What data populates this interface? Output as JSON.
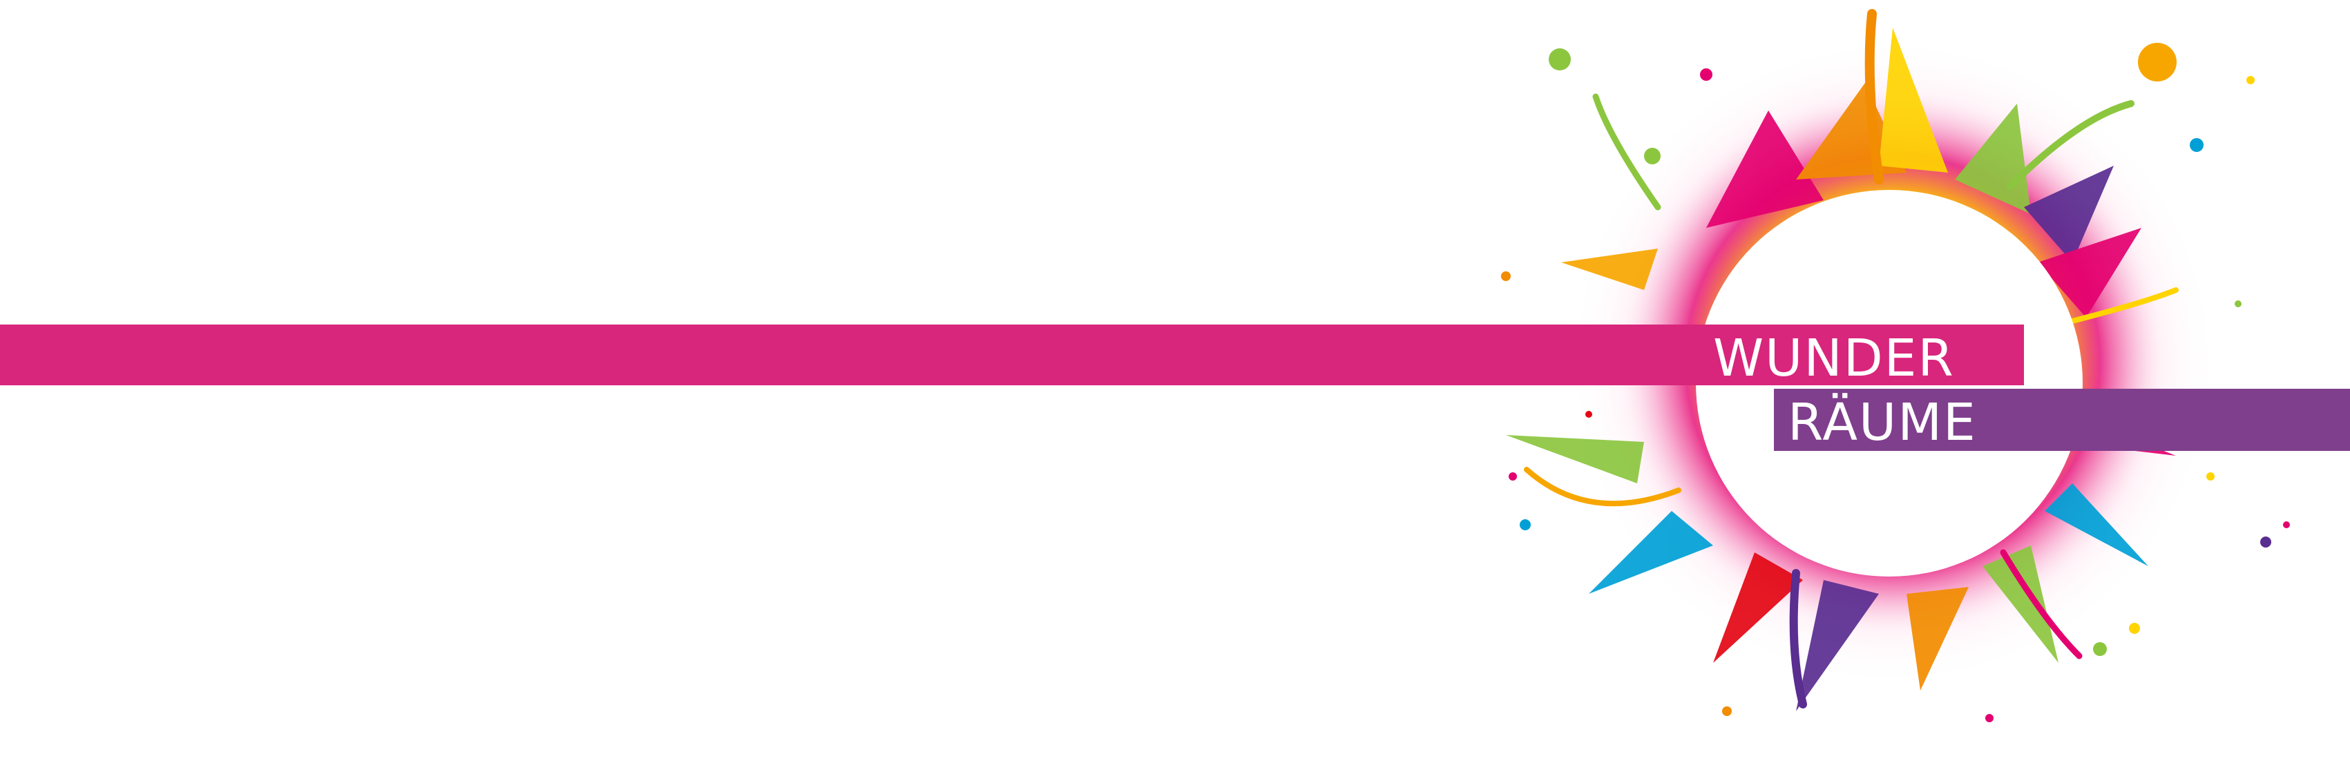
{
  "logo": {
    "line1": "WUNDER",
    "line2": "RÄUME"
  },
  "colors": {
    "background": "#ffffff",
    "magenta": "#d8267c",
    "purple": "#7f3f8c",
    "splash_palette": [
      "#e4006f",
      "#f28c00",
      "#ffd400",
      "#8cc63f",
      "#00a0d6",
      "#5a2d91",
      "#e30613",
      "#f7a600"
    ]
  },
  "artwork": {
    "description_name": "paint-splash-ring"
  }
}
